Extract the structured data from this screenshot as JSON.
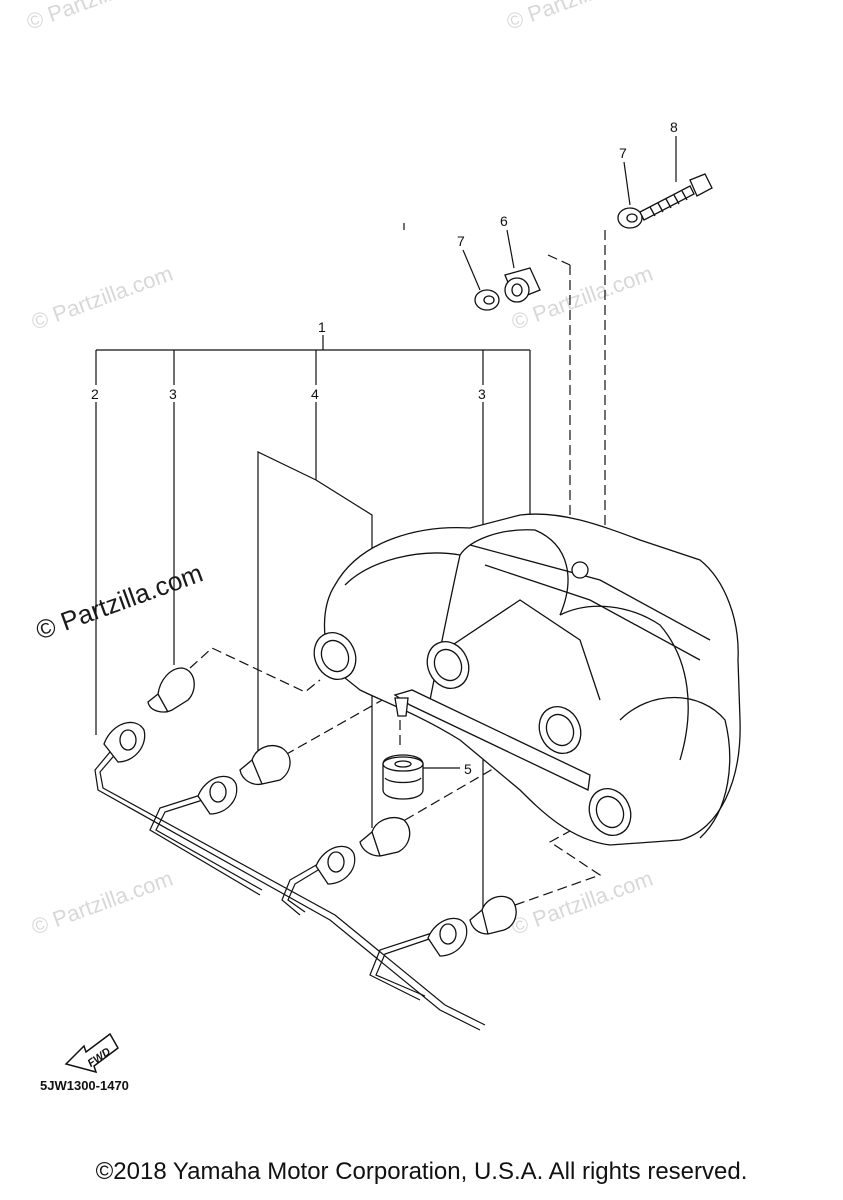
{
  "callouts": {
    "c1": "1",
    "c2": "2",
    "c3a": "3",
    "c3b": "3",
    "c4": "4",
    "c5": "5",
    "c6": "6",
    "c7a": "7",
    "c7b": "7",
    "c8": "8"
  },
  "watermark": {
    "main": "© Partzilla.com",
    "faint": "© Partzilla.com"
  },
  "fwd_label": "FWD",
  "diagram_code": "5JW1300-1470",
  "copyright": "©2018 Yamaha Motor Corporation, U.S.A. All rights reserved."
}
